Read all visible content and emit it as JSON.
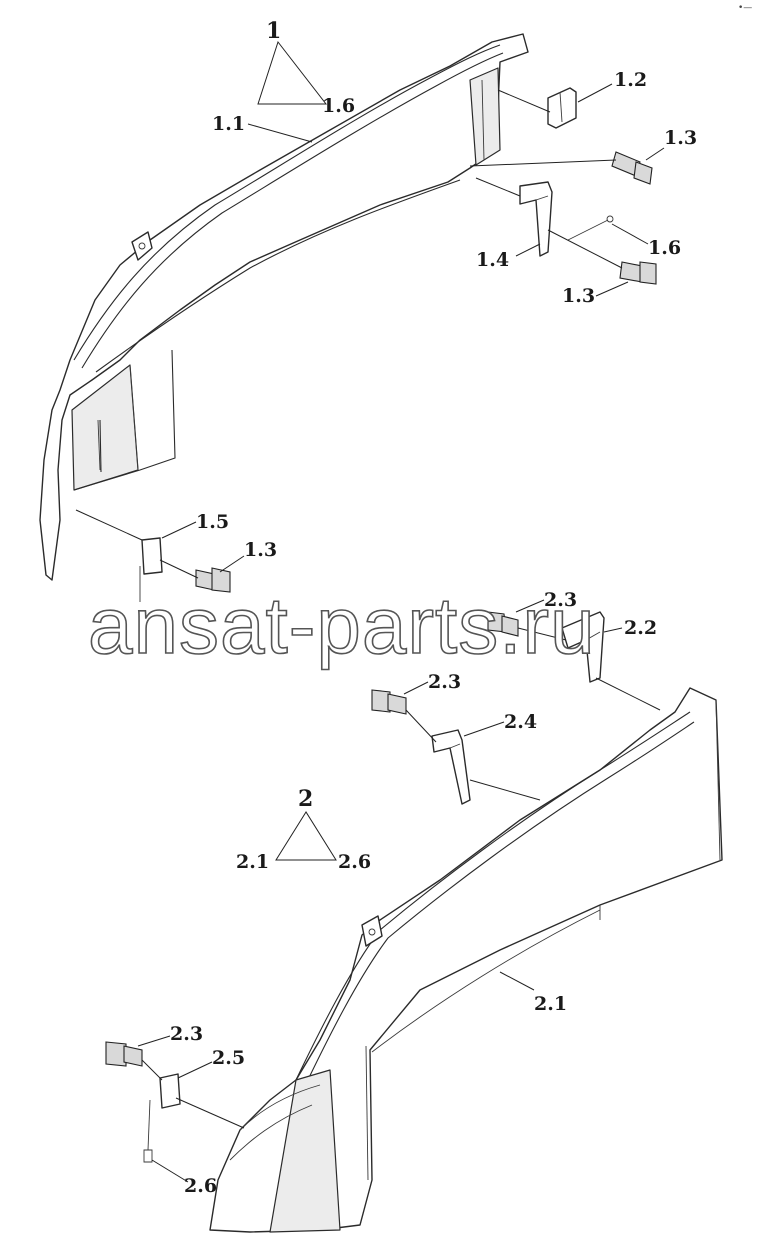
{
  "corner_mark": "•—",
  "watermark": "ansat-parts.ru",
  "labels": {
    "grp1": "1",
    "grp1_1_6": "1.6",
    "p1_1": "1.1",
    "p1_2": "1.2",
    "p1_3_top": "1.3",
    "p1_6_right": "1.6",
    "p1_4": "1.4",
    "p1_3_mid": "1.3",
    "p1_5": "1.5",
    "p1_3_low": "1.3",
    "p2_3_top": "2.3",
    "p2_2": "2.2",
    "p2_3_mid": "2.3",
    "p2_4": "2.4",
    "grp2": "2",
    "grp2_2_1": "2.1",
    "grp2_2_6": "2.6",
    "p2_1": "2.1",
    "p2_3_low": "2.3",
    "p2_5": "2.5",
    "p2_6": "2.6"
  }
}
